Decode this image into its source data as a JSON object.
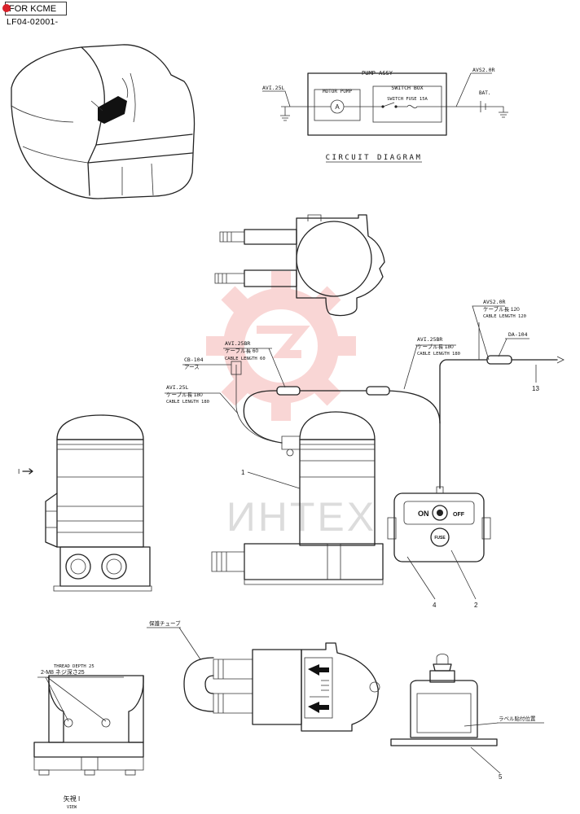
{
  "header": {
    "badge": "FOR KCME",
    "code": "LF04-02001-"
  },
  "circuit": {
    "title": "CIRCUIT DIAGRAM",
    "pump_assy": "PUMP ASSY",
    "motor_pump": "MOTOR PUMP",
    "motor_symbol": "A",
    "switch_box": "SWITCH BOX",
    "switch_fuse": "SWITCH  FUSE 15A",
    "left_wire": "AVI.25L",
    "right_wire": "AVS2.0R",
    "battery": "BAT."
  },
  "callouts": {
    "cable_top_spec": "AVS2.0R",
    "cable_top_jp": "ケーブル長 120",
    "cable_top_en": "CABLE LENGTH 120",
    "connector": "DA-104",
    "cable_mid_spec": "AVI.25BR",
    "cable_mid_jp": "ケーブル長 180",
    "cable_mid_en": "CABLE LENGTH 180",
    "cable_short_spec": "AVI.25BR",
    "cable_short_jp": "ケーブル長 60",
    "cable_short_en": "CABLE LENGTH 60",
    "earth_spec": "CB-104",
    "earth_jp": "アース",
    "cable_left_spec": "AVI.25L",
    "cable_left_jp": "ケーブル長 180",
    "cable_left_en": "CABLE LENGTH 180",
    "view_marker": "I",
    "thread_en": "THREAD DEPTH 25",
    "thread_jp": "2-M8  ネジ深さ25",
    "view_jp": "矢視 I",
    "view_en": "VIEW",
    "tube_jp": "保護チューブ",
    "label_jp": "ラベル貼付位置"
  },
  "switchbox": {
    "on_label": "ON",
    "off_label": "OFF",
    "fuse_label": "FUSE"
  },
  "parts": [
    "1",
    "2",
    "4",
    "5",
    "13"
  ],
  "watermark": {
    "text": "ИНТЕХ",
    "color": "#e53935"
  }
}
